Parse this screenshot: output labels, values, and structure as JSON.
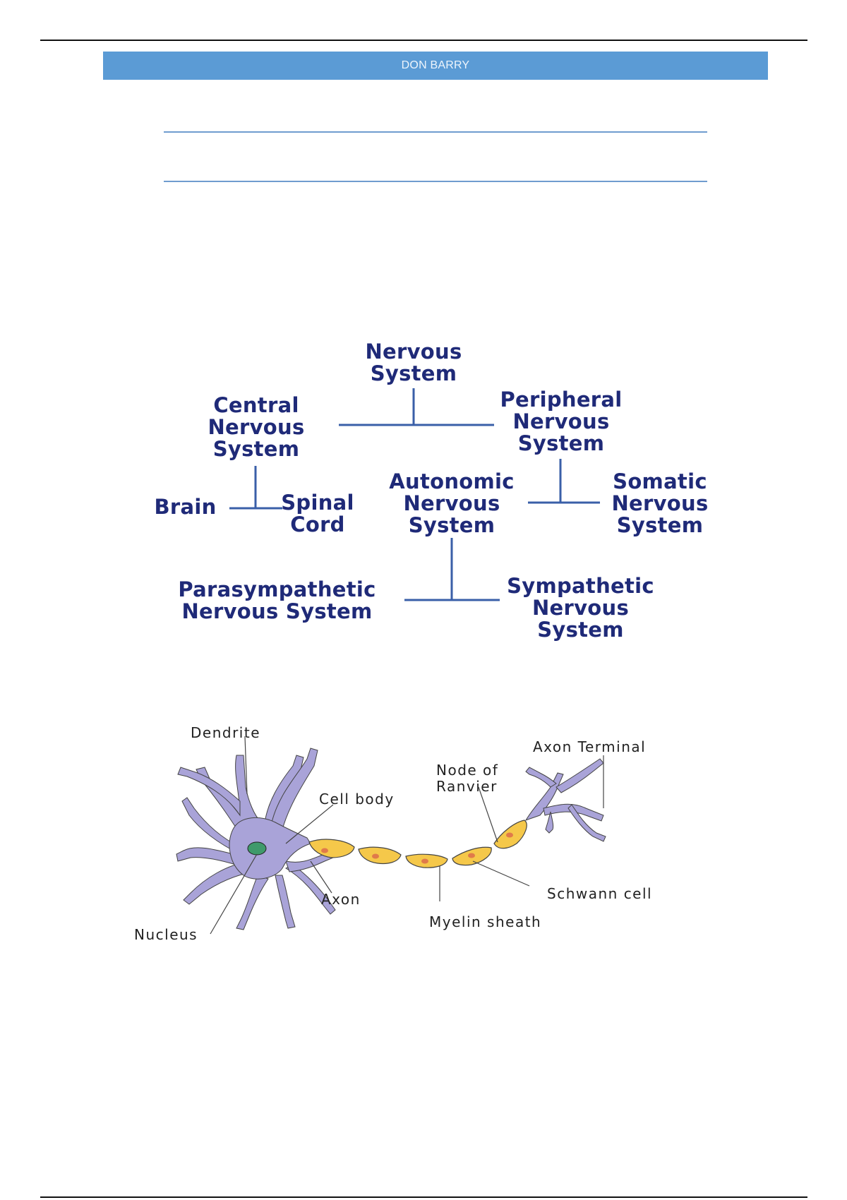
{
  "header": {
    "author_banner": "DON BARRY",
    "banner_color": "#5b9bd5"
  },
  "tree_diagram": {
    "line_color": "#3a5fa8",
    "text_color": "#1f2a78",
    "nodes": {
      "root": "Nervous\nSystem",
      "cns": "Central\nNervous\nSystem",
      "pns": "Peripheral\nNervous\nSystem",
      "brain": "Brain",
      "spinal_cord": "Spinal\nCord",
      "autonomic": "Autonomic\nNervous\nSystem",
      "somatic": "Somatic\nNervous\nSystem",
      "parasympathetic": "Parasympathetic\nNervous System",
      "sympathetic": "Sympathetic\nNervous\nSystem"
    }
  },
  "neuron_diagram": {
    "colors": {
      "cell": "#a9a3d8",
      "nucleus": "#3f9a6b",
      "myelin": "#f5c84a",
      "myelin_dot": "#e07a4a"
    },
    "labels": {
      "dendrite": "Dendrite",
      "cell_body": "Cell body",
      "nucleus": "Nucleus",
      "axon": "Axon",
      "myelin_sheath": "Myelin sheath",
      "node_of_ranvier": "Node of\nRanvier",
      "schwann_cell": "Schwann cell",
      "axon_terminal": "Axon Terminal"
    }
  }
}
